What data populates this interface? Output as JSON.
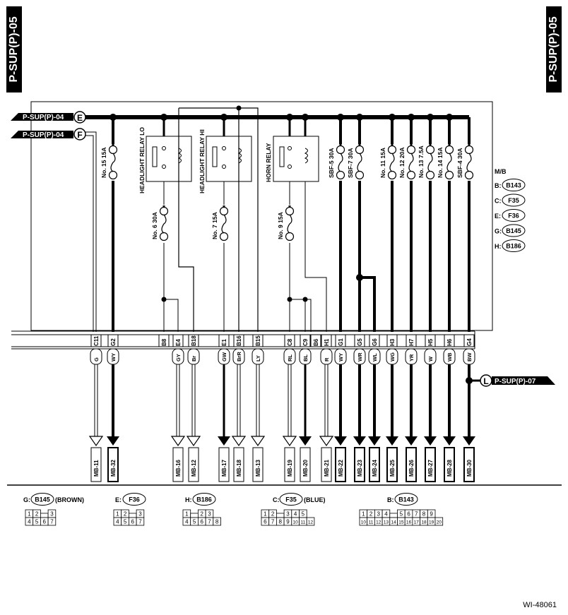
{
  "page_tag": "P-SUP(P)-05",
  "figure_code": "WI-48061",
  "inputs": [
    {
      "ref": "P-SUP(P)-04",
      "letter": "E"
    },
    {
      "ref": "P-SUP(P)-04",
      "letter": "F"
    }
  ],
  "output": {
    "ref": "P-SUP(P)-07",
    "letter": "L"
  },
  "fuses": [
    {
      "label": "No. 15  15A"
    },
    {
      "label": "No. 6  30A"
    },
    {
      "label": "No. 7  15A"
    },
    {
      "label": "No. 9  15A"
    },
    {
      "label": "SBF-5  30A"
    },
    {
      "label": "SBF-7  30A"
    },
    {
      "label": "No. 11  15A"
    },
    {
      "label": "No. 12  20A"
    },
    {
      "label": "No. 13  7.5A"
    },
    {
      "label": "No. 14  15A"
    },
    {
      "label": "SBF-4  30A"
    }
  ],
  "relays": [
    {
      "label": "HEADLIGHT RELAY LO"
    },
    {
      "label": "HEADLIGHT RELAY HI"
    },
    {
      "label": "HORN RELAY"
    }
  ],
  "mb_title": "M/B",
  "mb_legend": [
    {
      "key": "B:",
      "conn": "B143"
    },
    {
      "key": "C:",
      "conn": "F35"
    },
    {
      "key": "E:",
      "conn": "F36"
    },
    {
      "key": "G:",
      "conn": "B145"
    },
    {
      "key": "H:",
      "conn": "B186"
    }
  ],
  "terminals": [
    {
      "pin": "C11",
      "wire": "G",
      "mb": "MB-11"
    },
    {
      "pin": "G2",
      "wire": "WY",
      "mb": "MB-32"
    },
    {
      "pin": "B8",
      "wire": "",
      "mb": ""
    },
    {
      "pin": "E4",
      "wire": "GY",
      "mb": "MB-16"
    },
    {
      "pin": "B18",
      "wire": "Br",
      "mb": "MB-12"
    },
    {
      "pin": "E1",
      "wire": "GW",
      "mb": "MB-17"
    },
    {
      "pin": "B16",
      "wire": "BrR",
      "mb": "MB-18"
    },
    {
      "pin": "B15",
      "wire": "LY",
      "mb": "MB-13"
    },
    {
      "pin": "C8",
      "wire": "RL",
      "mb": "MB-19"
    },
    {
      "pin": "C9",
      "wire": "BL",
      "mb": "MB-20"
    },
    {
      "pin": "B6",
      "wire": "",
      "mb": ""
    },
    {
      "pin": "H1",
      "wire": "R",
      "mb": "MB-21"
    },
    {
      "pin": "G1",
      "wire": "WY",
      "mb": "MB-22"
    },
    {
      "pin": "G5",
      "wire": "WR",
      "mb": "MB-23"
    },
    {
      "pin": "G6",
      "wire": "WL",
      "mb": "MB-24"
    },
    {
      "pin": "H3",
      "wire": "WG",
      "mb": "MB-25"
    },
    {
      "pin": "H7",
      "wire": "YR",
      "mb": "MB-26"
    },
    {
      "pin": "H5",
      "wire": "W",
      "mb": "MB-27"
    },
    {
      "pin": "H6",
      "wire": "WB",
      "mb": "MB-28"
    },
    {
      "pin": "G4",
      "wire": "BW",
      "mb": "MB-30"
    }
  ],
  "connectors": [
    {
      "key": "G:",
      "conn": "B145",
      "note": "(BROWN)",
      "rows": [
        [
          "1",
          "2",
          "",
          "3"
        ],
        [
          "4",
          "5",
          "6",
          "7"
        ]
      ]
    },
    {
      "key": "E:",
      "conn": "F36",
      "note": "",
      "rows": [
        [
          "1",
          "2",
          "",
          "3"
        ],
        [
          "4",
          "5",
          "6",
          "7"
        ]
      ]
    },
    {
      "key": "H:",
      "conn": "B186",
      "note": "",
      "rows": [
        [
          "1",
          "",
          "2",
          "3"
        ],
        [
          "4",
          "5",
          "6",
          "7",
          "8"
        ]
      ]
    },
    {
      "key": "C:",
      "conn": "F35",
      "note": "(BLUE)",
      "rows": [
        [
          "1",
          "2",
          "",
          "3",
          "4",
          "5"
        ],
        [
          "6",
          "7",
          "8",
          "9",
          "10",
          "11",
          "12"
        ]
      ]
    },
    {
      "key": "B:",
      "conn": "B143",
      "note": "",
      "rows": [
        [
          "1",
          "2",
          "3",
          "4",
          "",
          "5",
          "6",
          "7",
          "8",
          "9"
        ],
        [
          "10",
          "11",
          "12",
          "13",
          "14",
          "15",
          "16",
          "17",
          "18",
          "19",
          "20"
        ]
      ]
    }
  ]
}
